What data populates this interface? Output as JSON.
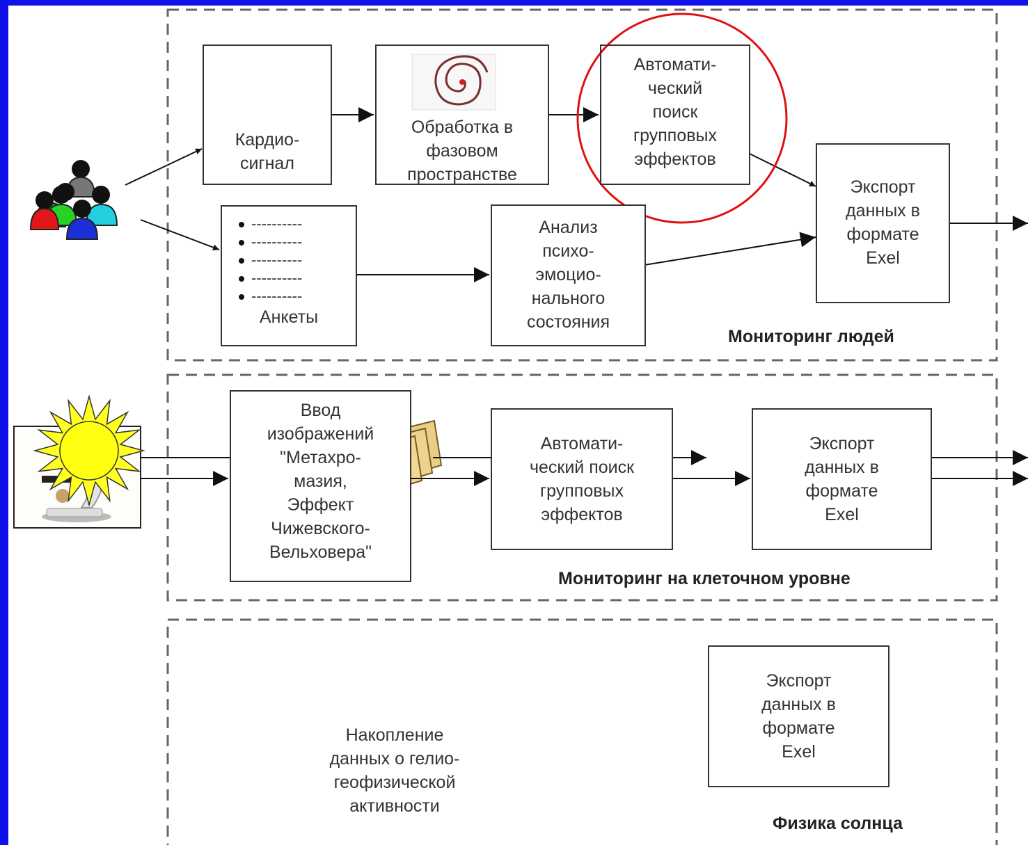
{
  "colors": {
    "frame": "#1010e8",
    "highlight": "#e01010",
    "box_border": "#333333",
    "dashed": "#555555"
  },
  "sections": {
    "people": "Мониторинг людей",
    "cells": "Мониторинг на клеточном уровне",
    "sun": "Физика солнца"
  },
  "nodes": {
    "cardio": "Кардио-\nсигнал",
    "phase": "Обработка в\nфазовом\nпространстве",
    "auto1": "Автомати-\nческий\nпоиск\nгрупповых\nэффектов",
    "export1": "Экспорт\nданных в\nформате\nExel",
    "forms": "Анкеты",
    "psycho": "Анализ\nпсихо-\nэмоцио-\nнального\nсостояния",
    "images": "Ввод\nизображений\n\"Метахро-\nмазия,\nЭффект\nЧижевского-\nВельховера\"",
    "auto2": "Автомати-\nческий поиск\nгрупповых\nэффектов",
    "export2": "Экспорт\nданных в\nформате\nExel",
    "accum": "Накопление\nданных о гелио-\nгеофизической\nактивности",
    "export3": "Экспорт\nданных в\nформате\nExel"
  },
  "form_lines": [
    "----------",
    "----------",
    "----------",
    "----------",
    "----------"
  ],
  "icons": [
    "people-group-icon",
    "microscope-icon",
    "sun-icon",
    "folders-icon",
    "ecg-signal-icon",
    "phase-spiral-icon"
  ]
}
